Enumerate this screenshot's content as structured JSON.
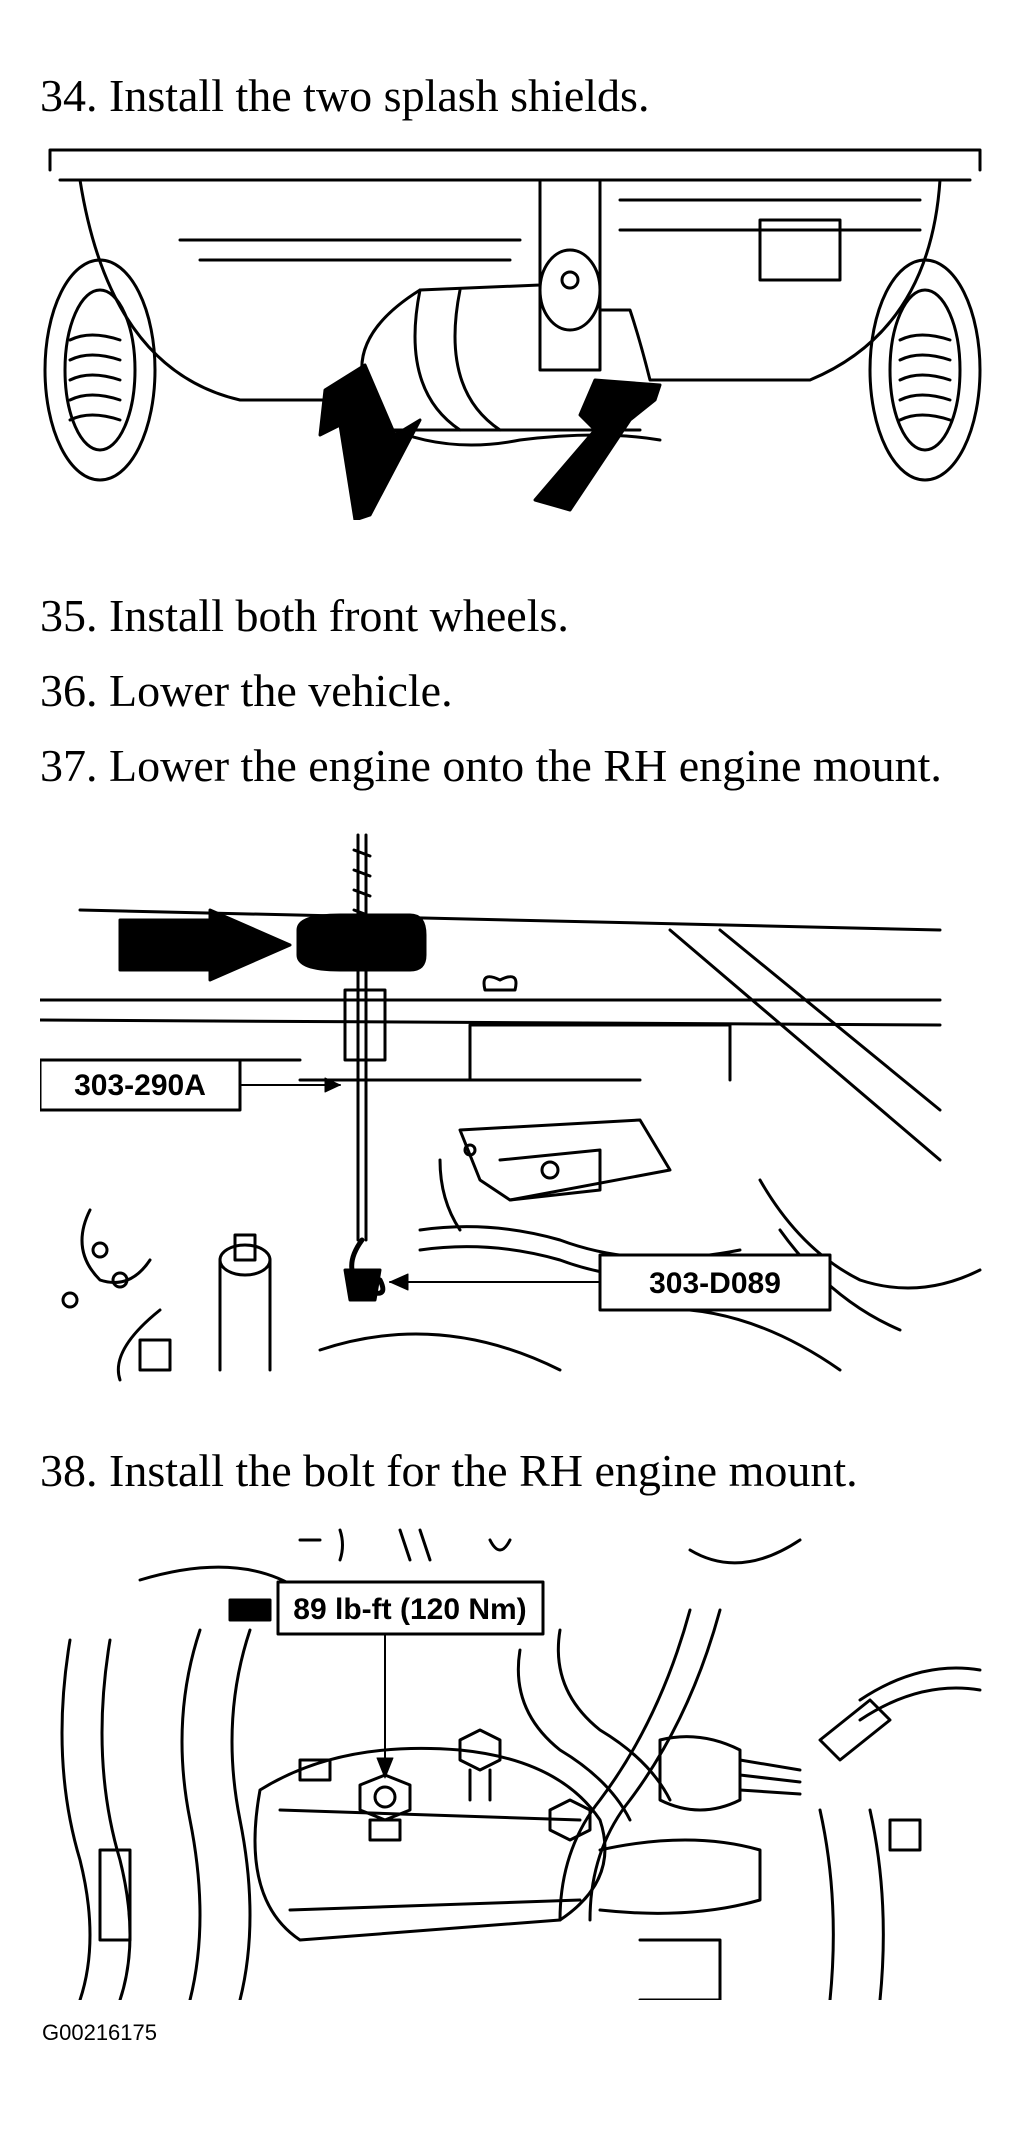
{
  "steps": {
    "s34": "34. Install the two splash shields.",
    "s35": "35. Install both front wheels.",
    "s36": "36. Lower the vehicle.",
    "s37": "37. Lower the engine onto the RH engine mount.",
    "s38": "38. Install the bolt for the RH engine mount."
  },
  "callouts": {
    "tool_a": "303-290A",
    "tool_b": "303-D089",
    "torque": "89 lb-ft (120 Nm)"
  },
  "figure_id": "G00216175"
}
